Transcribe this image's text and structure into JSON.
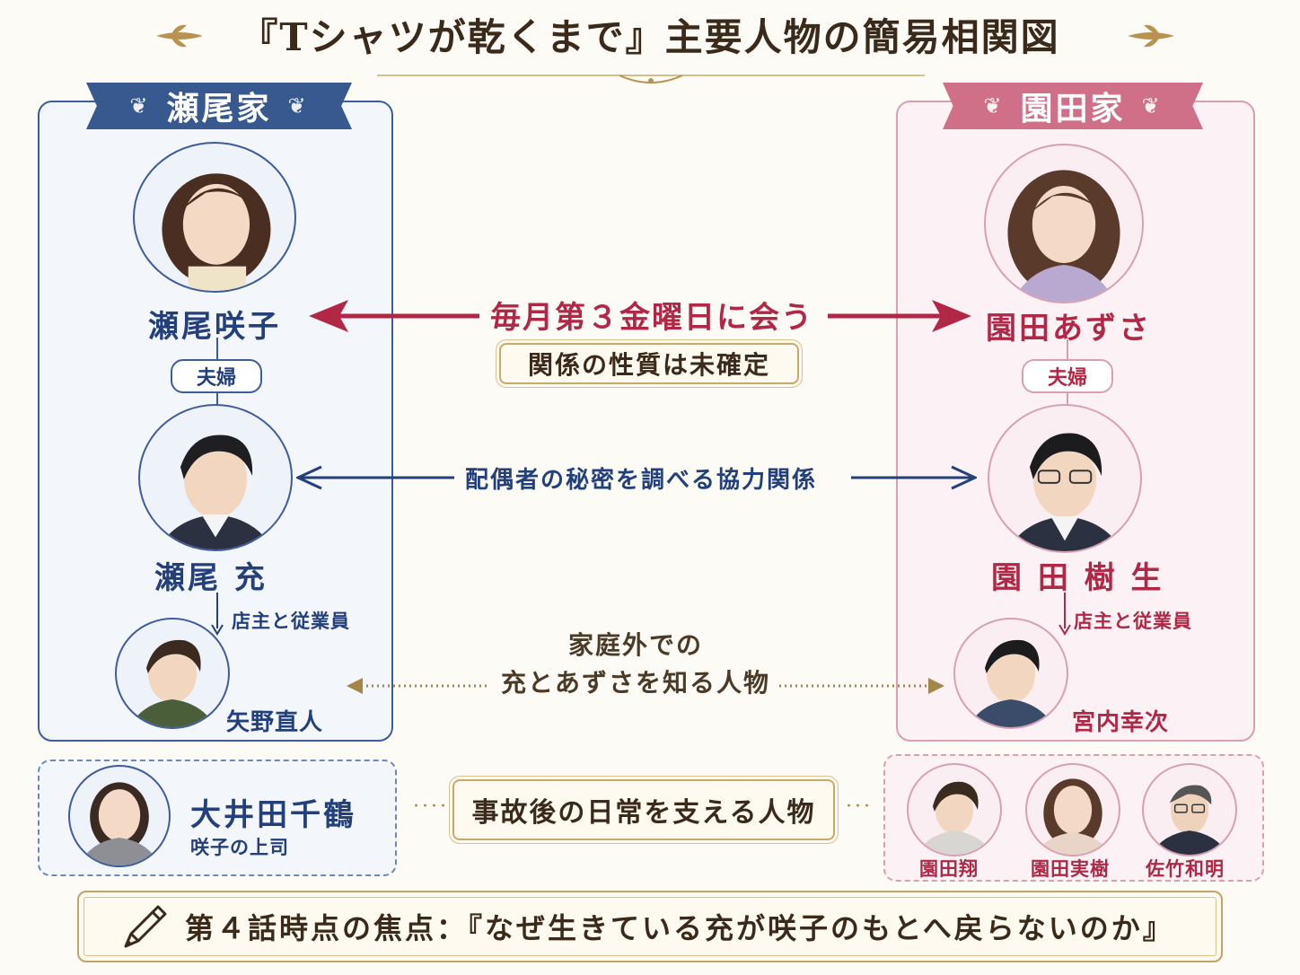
{
  "title": "『Tシャツが乾くまで』主要人物の簡易相関図",
  "families": {
    "left": {
      "name": "瀬尾家"
    },
    "right": {
      "name": "園田家"
    }
  },
  "people": {
    "sakiko": "瀬尾咲子",
    "mitsuru": "瀬尾 充",
    "naoto": "矢野直人",
    "azusa": "園田あずさ",
    "tatsuki": "園 田 樹 生",
    "koji": "宮内幸次",
    "chizuru": "大井田千鶴",
    "chizuru_role": "咲子の上司",
    "kakeru": "園田翔",
    "miki": "園田実樹",
    "kazuaki": "佐竹和明"
  },
  "relations": {
    "couple_left": "夫婦",
    "couple_right": "夫婦",
    "employer_left": "店主と従業員",
    "employer_right": "店主と従業員",
    "monthly_meeting": "毎月第３金曜日に会う",
    "undetermined": "関係の性質は未確定",
    "cooperation": "配偶者の秘密を調べる協力関係",
    "outside_line1": "家庭外での",
    "outside_line2": "充とあずさを知る人物",
    "support": "事故後の日常を支える人物"
  },
  "focus": "第４話時点の焦点：『なぜ生きている充が咲子のもとへ戻らないのか』",
  "colors": {
    "navy": "#23407a",
    "crimson": "#b02845",
    "gold": "#c9a96a",
    "pink": "#d7a0b1"
  },
  "icons": {
    "pencil": "pencil-icon",
    "ornament": "laurel-ornament"
  }
}
